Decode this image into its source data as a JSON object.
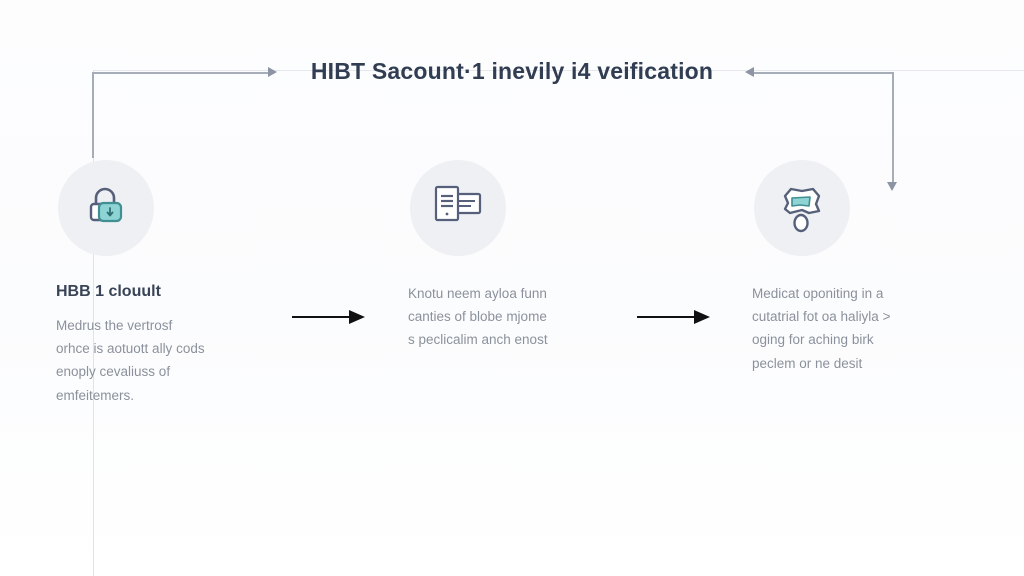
{
  "diagram": {
    "title": "HIBT Sacount·1 inevily i4 veification",
    "colors": {
      "title_text": "#313d52",
      "heading_text": "#394457",
      "body_text": "#8b919c",
      "icon_circle_bg": "#eef0f4",
      "icon_stroke": "#56607a",
      "icon_accent_teal": "#8fd4d4",
      "connector_line": "#a6acb8",
      "step_arrow": "#111111",
      "page_bg": "#ffffff"
    },
    "connectors": {
      "left_branch_arrow": "arrow-right-icon",
      "right_branch_arrow": "arrow-left-icon",
      "right_branch_down_arrow": "arrow-down-icon",
      "between_step_1_2": "arrow-right-icon",
      "between_step_2_3": "arrow-right-icon"
    },
    "steps": [
      {
        "icon": "padlock-icon",
        "title": "HBB 1 clouult",
        "desc_lines": [
          "Medrus the vertrosf",
          "orhce is aotuott ally cods",
          "enoply cevaliuss of",
          "emfeitemers."
        ]
      },
      {
        "icon": "documents-icon",
        "title": "",
        "desc_lines": [
          "Knotu neem ayloa funn",
          "canties of blobe mjome",
          "s peclicalim anch enost"
        ]
      },
      {
        "icon": "badge-icon",
        "title": "",
        "desc_lines": [
          "Medicat oponiting in a",
          "cutatrial fot oa haliyla >",
          "oging for aching birk",
          "peclem or ne desit"
        ]
      }
    ]
  }
}
